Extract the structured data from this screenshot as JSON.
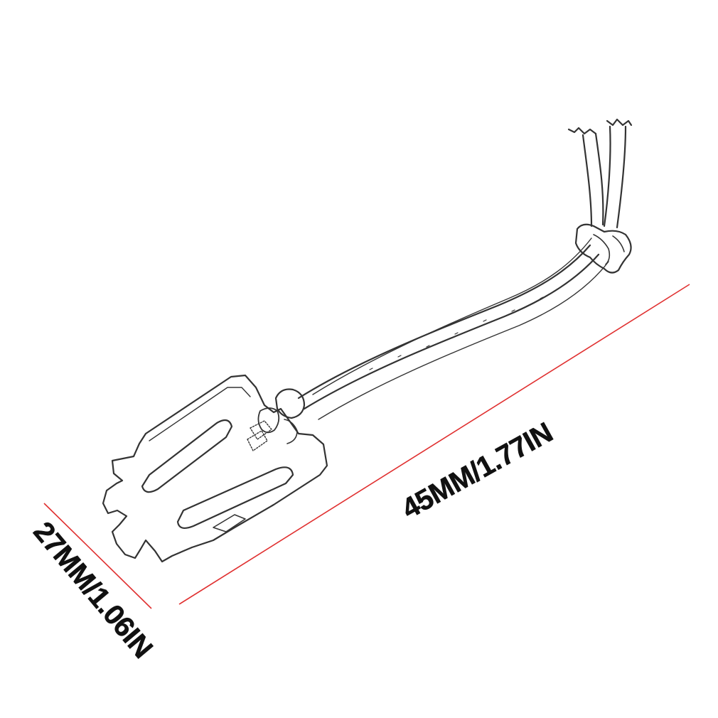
{
  "product": {
    "icon": "molle-webbing-clip-with-elastic-cord"
  },
  "dimensions": {
    "length_label": "45MM/1.77IN",
    "width_label": "27MM/1.06IN",
    "line_color": "#e03030"
  },
  "colors": {
    "background": "#ffffff",
    "sketch": "#333333",
    "text": "#111111"
  }
}
